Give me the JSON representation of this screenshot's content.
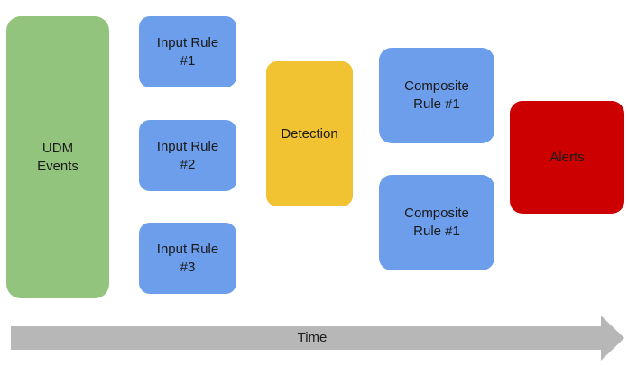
{
  "nodes": {
    "udm_events": "UDM\nEvents",
    "input_rules": [
      "Input Rule\n#1",
      "Input Rule\n#2",
      "Input Rule\n#3"
    ],
    "detection": "Detection",
    "composite_rules": [
      "Composite\nRule  #1",
      "Composite\nRule  #1"
    ],
    "alerts": "Alerts"
  },
  "timeline": {
    "label": "Time"
  },
  "colors": {
    "udm": "#93c47d",
    "input_rule": "#6d9eeb",
    "detection": "#f1c232",
    "composite_rule": "#6d9eeb",
    "alerts": "#cc0000",
    "time_arrow": "#b7b7b7"
  }
}
